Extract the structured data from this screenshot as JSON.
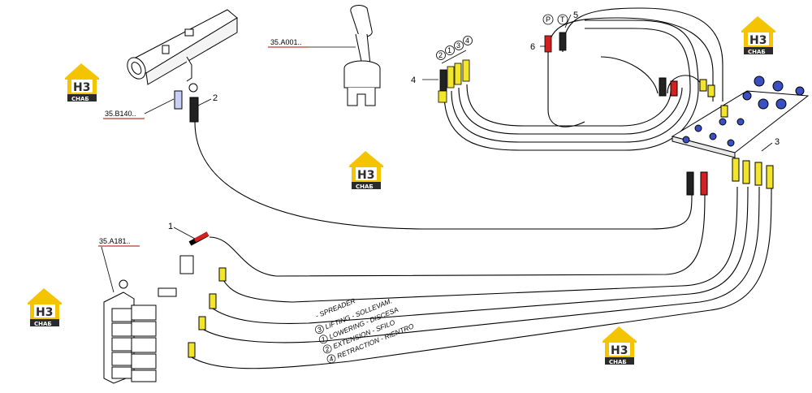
{
  "refs": {
    "r1": "35.A001..",
    "r2": "35.B140..",
    "r3": "35.A181.."
  },
  "callouts": {
    "c1": "1",
    "c2": "2",
    "c3": "3",
    "c4": "4",
    "c5": "5",
    "c6": "6"
  },
  "ports": {
    "p": "P",
    "t": "T",
    "n2": "2",
    "n1": "1",
    "n3": "3",
    "n4": "4"
  },
  "legend": {
    "title": "-   SPREADER",
    "l1": "LIFTING - SOLLEVAM.",
    "l2": "LOWERING - DISCESA",
    "l3": "EXTENSION - SFILO",
    "l4": "RETRACTION - RIENTRO",
    "n1": "3",
    "n2": "1",
    "n3": "2",
    "n4": "4"
  },
  "logo": {
    "mark": "H3",
    "sub": "СНАБ"
  },
  "colors": {
    "logo_yellow": "#f5c400",
    "logo_dark": "#2b2b2b",
    "ref_red": "#c0392b",
    "fitting_yellow": "#f3e52a",
    "fitting_red": "#d62020",
    "block_blue": "#3a4fc2"
  }
}
